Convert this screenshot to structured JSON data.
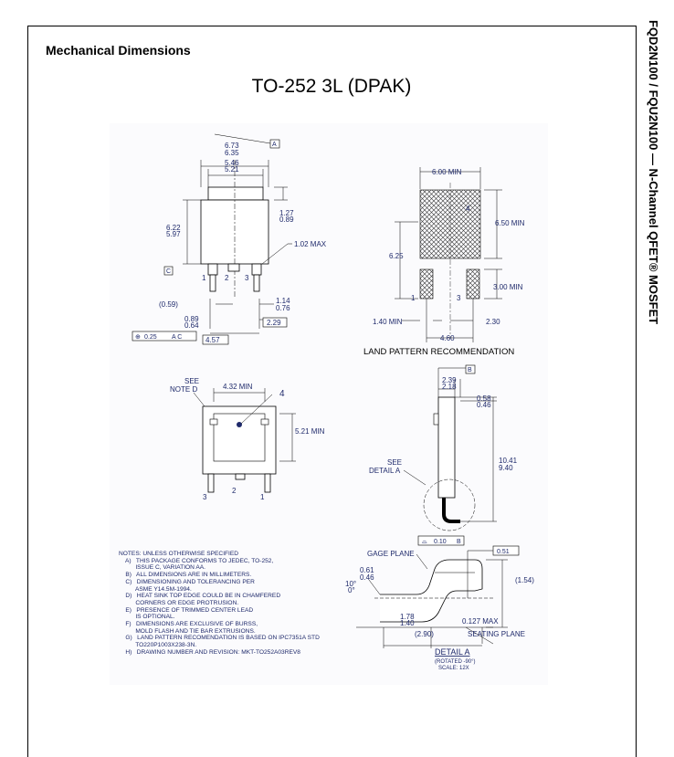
{
  "section_title": "Mechanical Dimensions",
  "package_title": "TO-252 3L (DPAK)",
  "side_title": "FQD2N100 / FQU2N100 — N-Channel QFET® MOSFET",
  "drawing": {
    "top_view": {
      "w_outer_max": "6.73",
      "w_outer_min": "6.35",
      "datum_a": "A",
      "w_inner_max": "5.46",
      "w_inner_min": "5.21",
      "h_max": "6.22",
      "h_min": "5.97",
      "tab_max": "1.27",
      "tab_min": "0.89",
      "tab_len": "1.02 MAX",
      "datum_c": "C",
      "lead1": "1",
      "lead2": "2",
      "lead3": "3",
      "lead_ext": "(0.59)",
      "lead_w_max": "1.14",
      "lead_w_min": "0.76",
      "lead_t_max": "0.89",
      "lead_t_min": "0.64",
      "pitch": "2.29",
      "span": "4.57",
      "tol": "0.25",
      "tol_ref": "A  C"
    },
    "land_pattern": {
      "pad_w": "6.00 MIN",
      "pad_h": "6.50 MIN",
      "pad_id": "4",
      "total_h": "6.25",
      "small_h": "3.00 MIN",
      "small_w": "1.40 MIN",
      "pitch": "2.30",
      "span": "4.60",
      "p1": "1",
      "p3": "3",
      "caption": "LAND PATTERN RECOMMENDATION"
    },
    "bottom_view": {
      "see_note": "SEE\nNOTE D",
      "w_min": "4.32 MIN",
      "pad": "4",
      "h_min": "5.21 MIN",
      "lead3": "3",
      "lead2": "2",
      "lead1": "1"
    },
    "side_view": {
      "datum_b": "B",
      "t_max": "2.39",
      "t_min": "2.18",
      "s_max": "0.58",
      "s_min": "0.46",
      "h_max": "10.41",
      "h_min": "9.40",
      "see_detail": "SEE\nDETAIL A",
      "flat": "0.10",
      "flat_ref": "B"
    },
    "detail": {
      "gage": "GAGE PLANE",
      "gage_val": "0.51",
      "f_max": "0.61",
      "f_min": "0.46",
      "angle_max": "10°",
      "angle_min": "0°",
      "r": "(1.54)",
      "l_max": "1.78",
      "l_min": "1.40",
      "z": "0.127 MAX",
      "ref": "(2.90)",
      "seating": "SEATING PLANE",
      "title": "DETAIL A",
      "rot": "(ROTATED -90°)",
      "scale": "SCALE: 12X"
    }
  },
  "notes": [
    "NOTES: UNLESS OTHERWISE SPECIFIED",
    "    A)   THIS PACKAGE CONFORMS TO JEDEC, TO-252,",
    "          ISSUE C, VARIATION AA.",
    "    B)   ALL DIMENSIONS ARE IN MILLIMETERS.",
    "    C)   DIMENSIONING AND TOLERANCING PER",
    "          ASME Y14.5M-1994.",
    "    D)   HEAT SINK TOP EDGE COULD BE IN CHAMFERED",
    "          CORNERS OR EDGE PROTRUSION.",
    "    E)   PRESENCE OF TRIMMED CENTER LEAD",
    "          IS OPTIONAL.",
    "    F)   DIMENSIONS ARE EXCLUSIVE OF BURSS,",
    "          MOLD FLASH AND TIE BAR EXTRUSIONS.",
    "    G)   LAND PATTERN RECOMENDATION IS BASED ON IPC7351A STD",
    "          TO220P1003X238-3N.",
    "    H)   DRAWING NUMBER AND REVISION: MKT-TO252A03REV8"
  ]
}
